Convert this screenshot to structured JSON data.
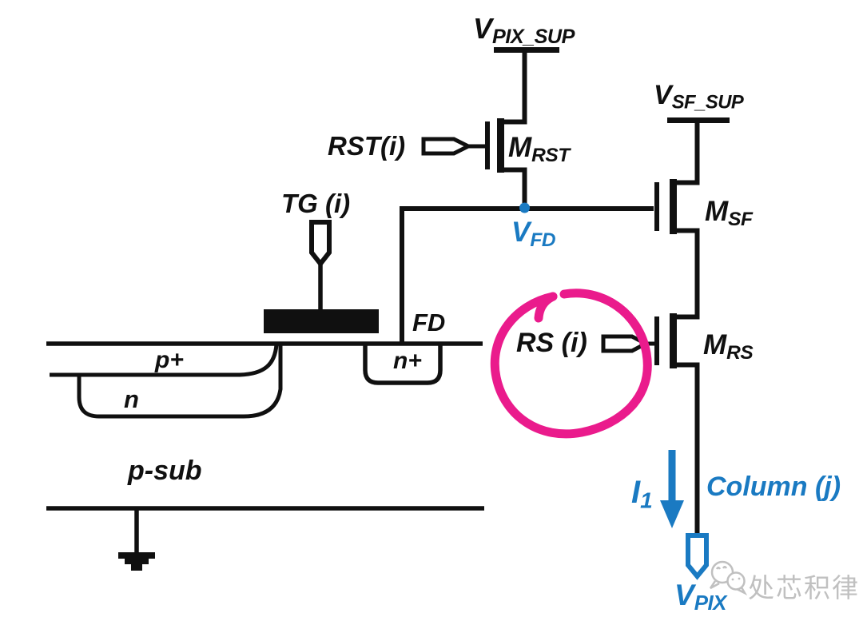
{
  "figure_type": "pixel-circuit-schematic",
  "colors": {
    "line_black": "#101010",
    "node_blue": "#1a7ac2",
    "annotation_pink": "#ea1b8c",
    "watermark_gray": "#c0c0c0",
    "background": "#ffffff"
  },
  "labels": {
    "v_pix_sup": {
      "main": "V",
      "sub": "PIX_SUP"
    },
    "rst_signal": "RST(i)",
    "m_rst": {
      "main": "M",
      "sub": "RST"
    },
    "tg_signal": "TG (i)",
    "v_sf_sup": {
      "main": "V",
      "sub": "SF_SUP"
    },
    "m_sf": {
      "main": "M",
      "sub": "SF"
    },
    "v_fd": {
      "main": "V",
      "sub": "FD"
    },
    "fd": "FD",
    "n_plus": "n+",
    "p_plus": "p+",
    "n_well": "n",
    "p_sub": "p-sub",
    "rs_signal": "RS (i)",
    "m_rs": {
      "main": "M",
      "sub": "RS"
    },
    "i1": {
      "main": "I",
      "sub": "1"
    },
    "column": "Column (j)",
    "v_pix": {
      "main": "V",
      "sub": "PIX"
    },
    "watermark": "处芯积律"
  },
  "icons": {
    "watermark_icon": "wechat-chat-bubbles-icon"
  },
  "annotations": {
    "rs_highlight": {
      "shape": "hand-drawn-circle",
      "color": "#ea1b8c",
      "around": "RS (i)"
    }
  }
}
